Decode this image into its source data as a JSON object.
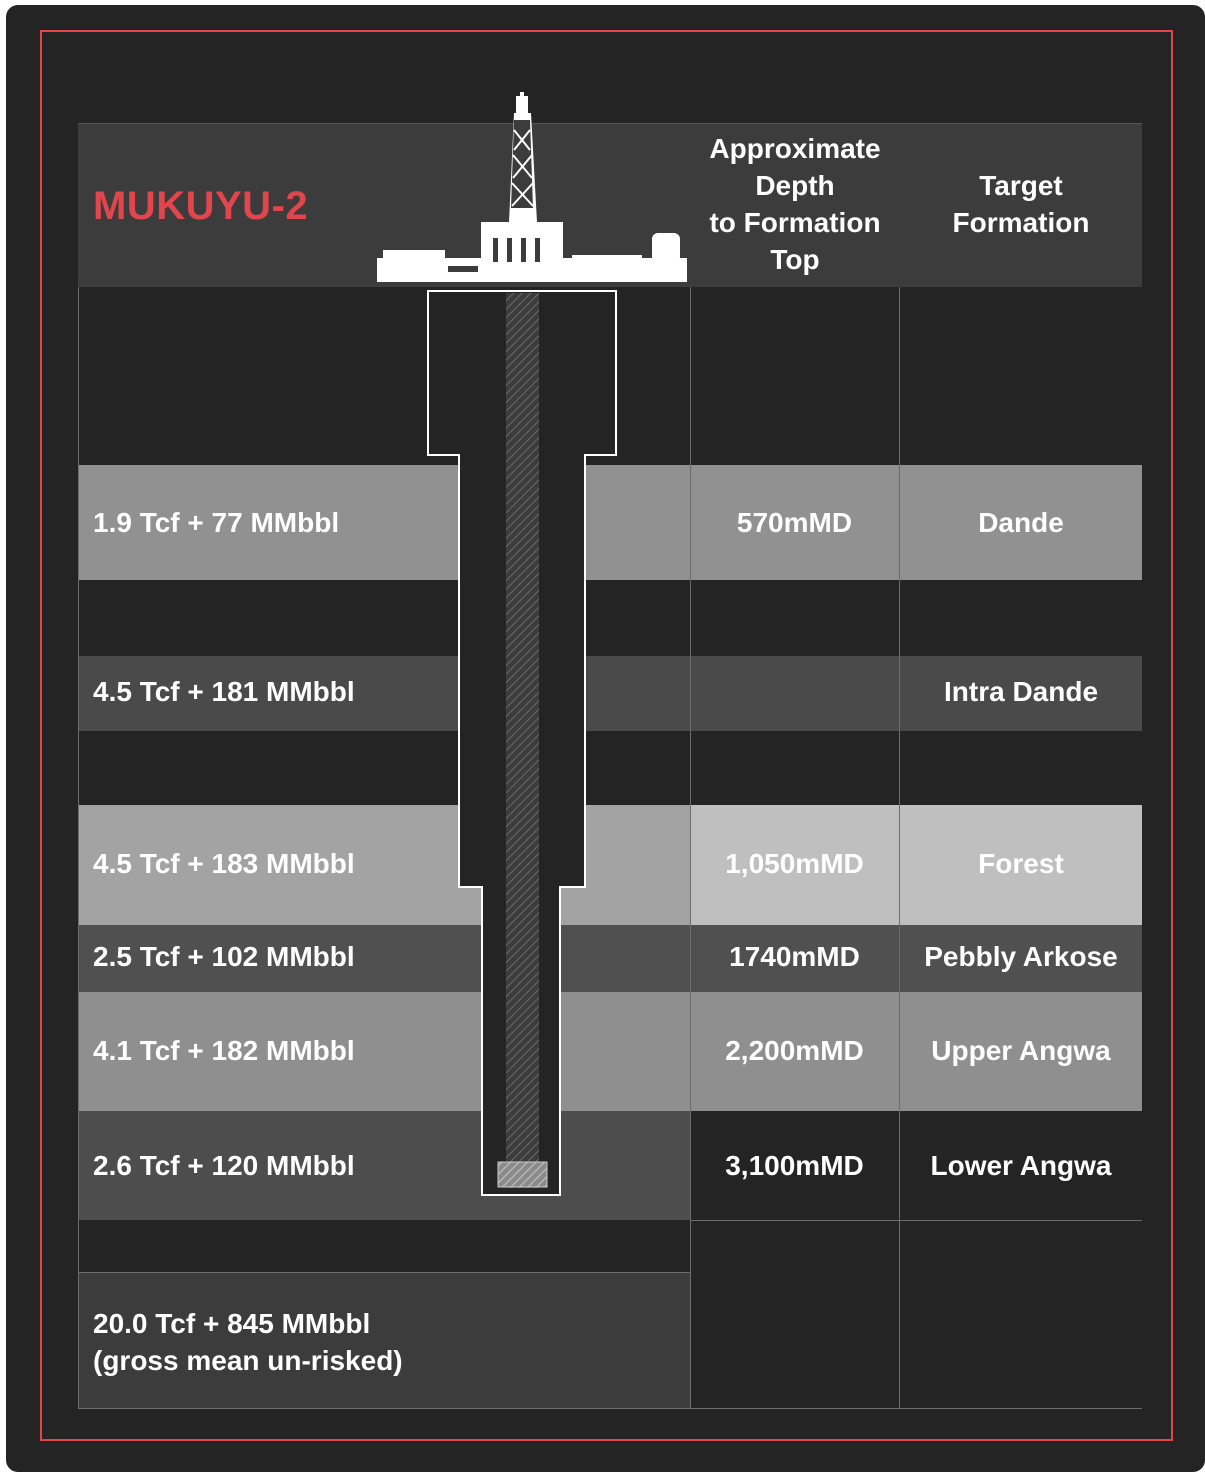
{
  "title": "MUKUYU-2",
  "headers": {
    "depth": [
      "Approximate",
      "Depth",
      "to Formation",
      "Top"
    ],
    "formation": [
      "Target",
      "Formation"
    ]
  },
  "rows": [
    {
      "volume": "1.9 Tcf + 77 MMbbl",
      "depth": "570mMD",
      "formation": "Dande"
    },
    {
      "volume": "4.5 Tcf + 181 MMbbl",
      "depth": "",
      "formation": "Intra Dande"
    },
    {
      "volume": "4.5 Tcf + 183 MMbbl",
      "depth": "1,050mMD",
      "formation": "Forest"
    },
    {
      "volume": "2.5 Tcf + 102 MMbbl",
      "depth": "1740mMD",
      "formation": "Pebbly Arkose"
    },
    {
      "volume": "4.1 Tcf + 182 MMbbl",
      "depth": "2,200mMD",
      "formation": "Upper Angwa"
    },
    {
      "volume": "2.6 Tcf + 120 MMbbl",
      "depth": "3,100mMD",
      "formation": "Lower Angwa"
    }
  ],
  "total": {
    "line1": "20.0 Tcf + 845 MMbbl",
    "line2": "(gross mean un-risked)"
  },
  "colors": {
    "accent": "#e0464b",
    "background": "#242424",
    "header": "#3c3c3c",
    "band_light": "#919191",
    "band_lighter": "#ababab",
    "band_dark": "#4d4d4d",
    "text": "#ffffff"
  },
  "icons": [
    "drilling-rig-icon",
    "wellbore-casing-icon",
    "drill-bit-icon"
  ]
}
